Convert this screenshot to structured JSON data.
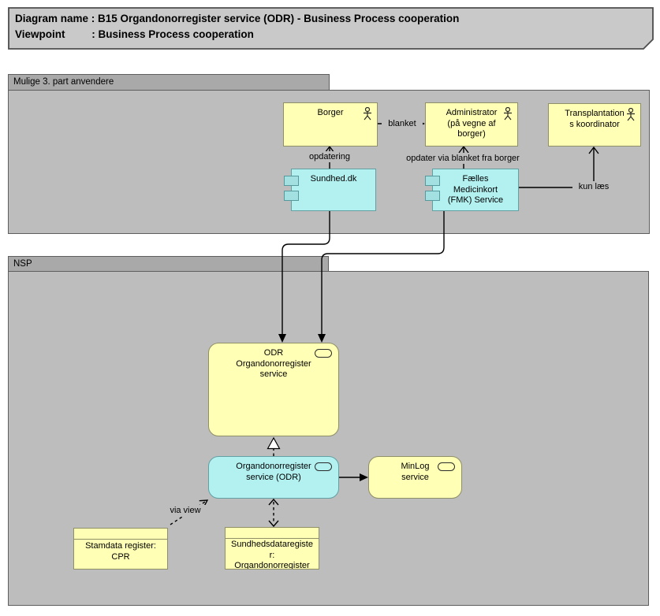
{
  "title_note": {
    "text": "Diagram name : B15 Organdonorregister service (ODR) - Business Process cooperation\nViewpoint         : Business Process cooperation"
  },
  "groups": {
    "external": {
      "label": "Mulige 3. part anvendere"
    },
    "nsp": {
      "label": "NSP"
    }
  },
  "nodes": {
    "borger": {
      "label": "Borger",
      "type": "business-actor"
    },
    "administrator": {
      "label": "Administrator\n(på vegne af\nborger)",
      "type": "business-actor"
    },
    "transplantationskoordinator": {
      "label": "Transplantation\ns koordinator",
      "type": "business-actor"
    },
    "sundheddk": {
      "label": "Sundhed.dk",
      "type": "application-component"
    },
    "fmk_service": {
      "label": "Fælles\nMedicinkort\n(FMK) Service",
      "type": "application-component"
    },
    "odr_service": {
      "label": "ODR\nOrgandonorregister\nservice",
      "type": "service"
    },
    "odr_app_service": {
      "label": "Organdonorregister\nservice (ODR)",
      "type": "service"
    },
    "minlog_service": {
      "label": "MinLog\nservice",
      "type": "service"
    },
    "stamdata_cpr": {
      "label": "Stamdata register:\nCPR",
      "type": "business-object"
    },
    "sundhedsdataregister": {
      "label": "Sundhedsdataregiste\nr:\nOrgandonorregister",
      "type": "business-object"
    }
  },
  "edge_labels": {
    "blanket": "blanket",
    "opdatering": "opdatering",
    "opdater_via": "opdater via blanket fra borger",
    "kun_laes": "kun læs",
    "via_view": "via view"
  },
  "colors": {
    "business_fill": "#ffffb5",
    "application_fill": "#b3f1f1",
    "group_body": "#bdbdbd",
    "group_tab": "#a9a9a9",
    "note_fill": "#c9c9c9",
    "edge": "#000000"
  }
}
